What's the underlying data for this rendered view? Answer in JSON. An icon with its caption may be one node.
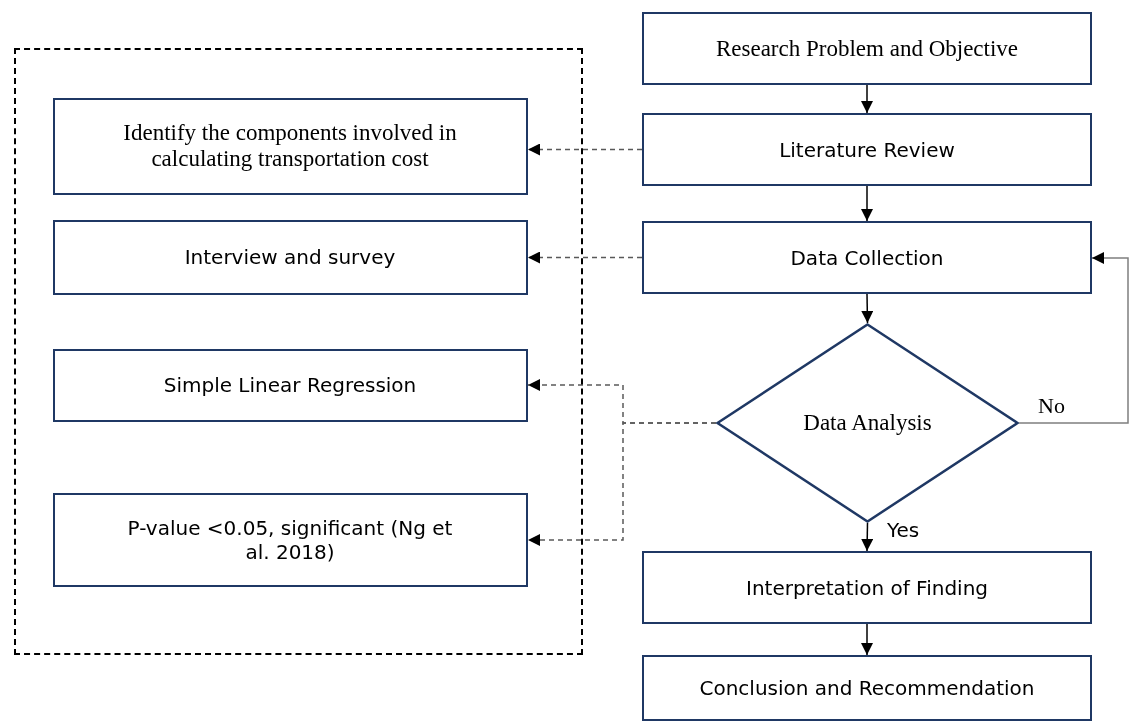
{
  "diagram": {
    "nodes": [
      {
        "text": [],
        "shape": "box"
      },
      {
        "text": [
          "Identify the components involved in calculating transportation cost"
        ],
        "in": 0
      },
      {
        "text": [
          "Interview and survey"
        ],
        "in": 0
      },
      {
        "text": [
          "Simple Linear Regression"
        ],
        "in": 0
      },
      {
        "text": [
          "P-value <0.05, significant (Ng et al. 2018)"
        ],
        "in": 0
      },
      {
        "text": [
          "Research Problem and Objective"
        ]
      },
      {
        "text": [
          "Literature Review"
        ]
      },
      {
        "text": [
          "Data Collection"
        ]
      },
      {
        "text": [
          "Data Analysis"
        ]
      },
      {
        "text": [
          "Interpretation of Finding"
        ]
      },
      {
        "text": [
          "Conclusion and Recommendation"
        ]
      }
    ],
    "edges": [
      {
        "from": 5,
        "to": 6,
        "arrow": "to"
      },
      {
        "from": 6,
        "to": 7,
        "arrow": "to"
      },
      {
        "from": 7,
        "to": 8,
        "arrow": "to"
      },
      {
        "from": 8,
        "to": 9,
        "arrow": "to",
        "label": "Yes"
      },
      {
        "from": 9,
        "to": 10,
        "arrow": "to"
      },
      {
        "from": 6,
        "to": 1,
        "arrow": "to",
        "style": "dashed",
        "color": "#595959"
      },
      {
        "from": 7,
        "to": 2,
        "arrow": "to",
        "style": "dashed",
        "color": "#595959"
      },
      {
        "from": 8,
        "to": 3,
        "arrow": "to",
        "style": "dashed",
        "color": "#595959"
      },
      {
        "from": 8,
        "to": 4,
        "arrow": "to",
        "style": "dashed",
        "color": "#595959"
      },
      {
        "from": 8,
        "to": 7,
        "arrow": "to",
        "label": "No",
        "color": "#7f7f7f"
      }
    ]
  }
}
